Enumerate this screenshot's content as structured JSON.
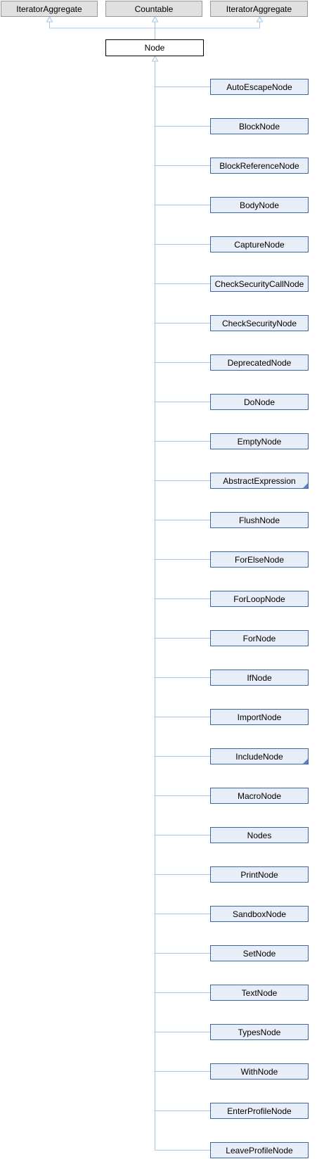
{
  "interfaces": [
    {
      "id": "iterator-aggregate-left",
      "label": "IteratorAggregate"
    },
    {
      "id": "countable",
      "label": "Countable"
    },
    {
      "id": "iterator-aggregate-right",
      "label": "IteratorAggregate"
    }
  ],
  "base_class": {
    "label": "Node"
  },
  "subclasses": [
    {
      "label": "AutoEscapeNode",
      "has_more": false
    },
    {
      "label": "BlockNode",
      "has_more": false
    },
    {
      "label": "BlockReferenceNode",
      "has_more": false
    },
    {
      "label": "BodyNode",
      "has_more": false
    },
    {
      "label": "CaptureNode",
      "has_more": false
    },
    {
      "label": "CheckSecurityCallNode",
      "has_more": false
    },
    {
      "label": "CheckSecurityNode",
      "has_more": false
    },
    {
      "label": "DeprecatedNode",
      "has_more": false
    },
    {
      "label": "DoNode",
      "has_more": false
    },
    {
      "label": "EmptyNode",
      "has_more": false
    },
    {
      "label": "AbstractExpression",
      "has_more": true
    },
    {
      "label": "FlushNode",
      "has_more": false
    },
    {
      "label": "ForElseNode",
      "has_more": false
    },
    {
      "label": "ForLoopNode",
      "has_more": false
    },
    {
      "label": "ForNode",
      "has_more": false
    },
    {
      "label": "IfNode",
      "has_more": false
    },
    {
      "label": "ImportNode",
      "has_more": false
    },
    {
      "label": "IncludeNode",
      "has_more": true
    },
    {
      "label": "MacroNode",
      "has_more": false
    },
    {
      "label": "Nodes",
      "has_more": false
    },
    {
      "label": "PrintNode",
      "has_more": false
    },
    {
      "label": "SandboxNode",
      "has_more": false
    },
    {
      "label": "SetNode",
      "has_more": false
    },
    {
      "label": "TextNode",
      "has_more": false
    },
    {
      "label": "TypesNode",
      "has_more": false
    },
    {
      "label": "WithNode",
      "has_more": false
    },
    {
      "label": "EnterProfileNode",
      "has_more": false
    },
    {
      "label": "LeaveProfileNode",
      "has_more": false
    }
  ],
  "colors": {
    "edge": "#a8c4e4",
    "interface_fill": "#e0e0e0",
    "interface_border": "#999999",
    "node_border": "#000000",
    "child_fill": "#e8eef8",
    "child_border": "#3f64a8"
  }
}
